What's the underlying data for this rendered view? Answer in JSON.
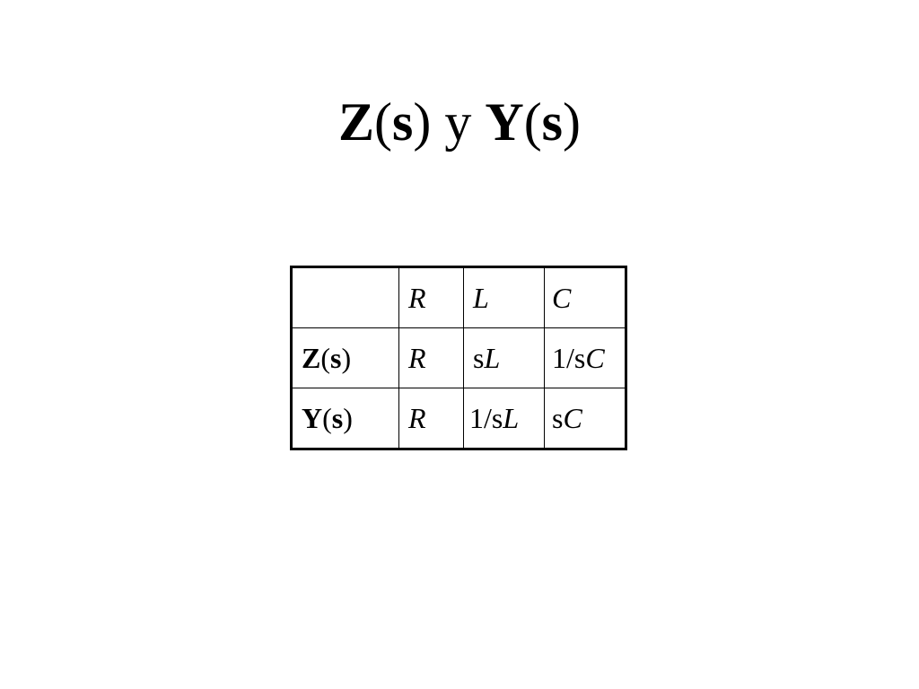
{
  "title": {
    "z": "Z",
    "z_arg": "s",
    "joiner": "y",
    "y": "Y",
    "y_arg": "s"
  },
  "table": {
    "header": {
      "r": "R",
      "l": "L",
      "c": "C"
    },
    "rows": [
      {
        "label_sym": "Z",
        "label_arg": "s",
        "r": "R",
        "l_pre": "s",
        "l_var": "L",
        "c_pre": "1/s",
        "c_var": "C"
      },
      {
        "label_sym": "Y",
        "label_arg": "s",
        "r": "R",
        "l_pre": "1/s",
        "l_var": "L",
        "c_pre": "s",
        "c_var": "C"
      }
    ]
  }
}
